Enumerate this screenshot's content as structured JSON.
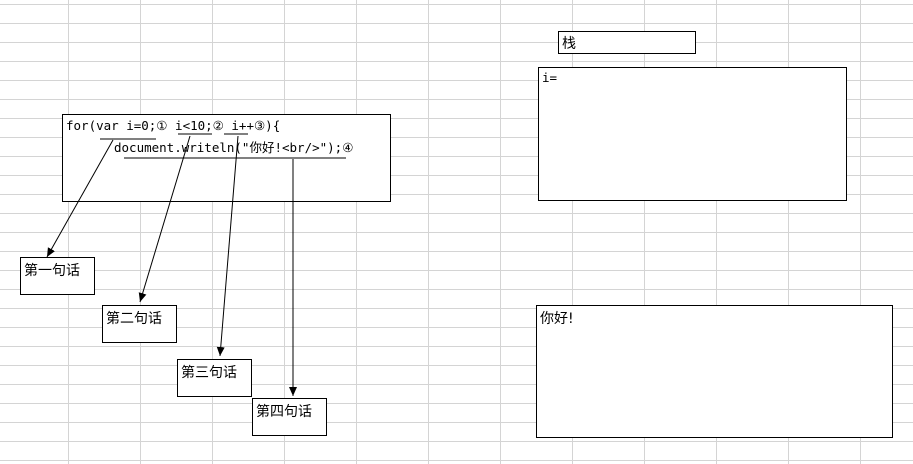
{
  "code": {
    "line1": "for(var i=0;① i<10;② i++③){",
    "line2": "document.writeln(\"你好!<br/>\");④"
  },
  "sentences": [
    "第一句话",
    "第二句话",
    "第三句话",
    "第四句话"
  ],
  "stack": {
    "title": "栈",
    "var_label": "i="
  },
  "output": {
    "text": "你好!"
  }
}
